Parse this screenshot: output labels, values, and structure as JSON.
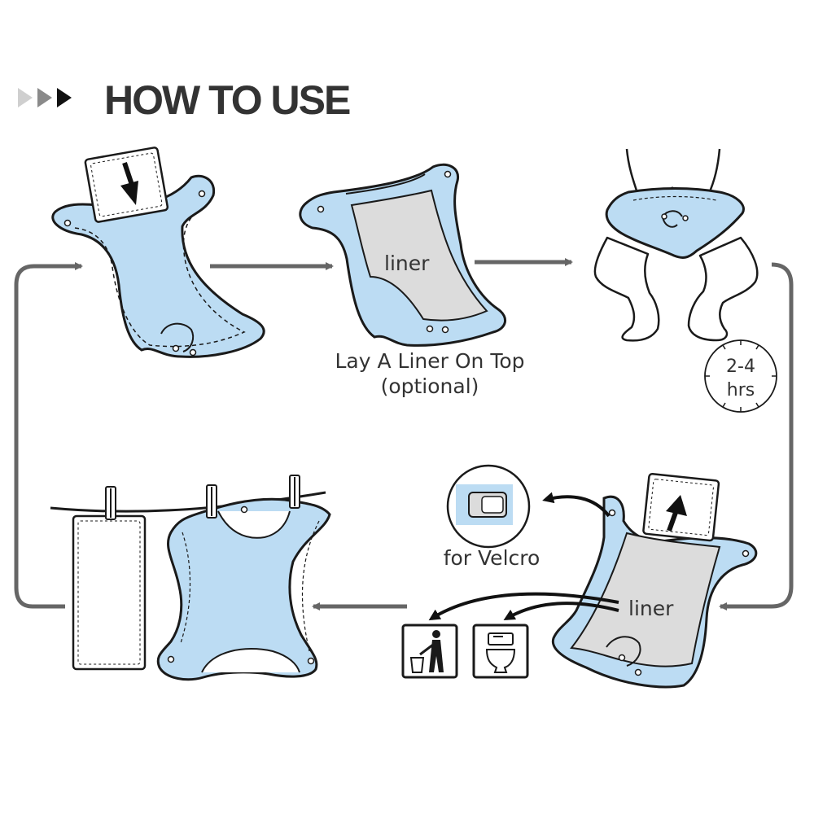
{
  "title": "HOW TO USE",
  "steps": {
    "insert_pad": {
      "caption": ""
    },
    "lay_liner": {
      "liner_label": "liner",
      "caption_line1": "Lay A Liner On Top",
      "caption_line2": "(optional)"
    },
    "wear": {
      "duration_line1": "2-4",
      "duration_line2": "hrs"
    },
    "remove": {
      "liner_label": "liner",
      "velcro_label": "for Velcro"
    },
    "dry": {
      "caption": ""
    }
  },
  "icons": [
    "play-arrows-icon",
    "pad-down-arrow-icon",
    "pad-up-arrow-icon",
    "clock-icon",
    "trash-bin-icon",
    "toilet-icon",
    "velcro-detail-icon",
    "clothes-pin-icon"
  ],
  "colors": {
    "diaper_blue": "#bcdcf3",
    "liner_gray": "#dcdcdc",
    "outline": "#1a1a1a",
    "arrow_gray": "#666666",
    "title_gray": "#333333"
  }
}
